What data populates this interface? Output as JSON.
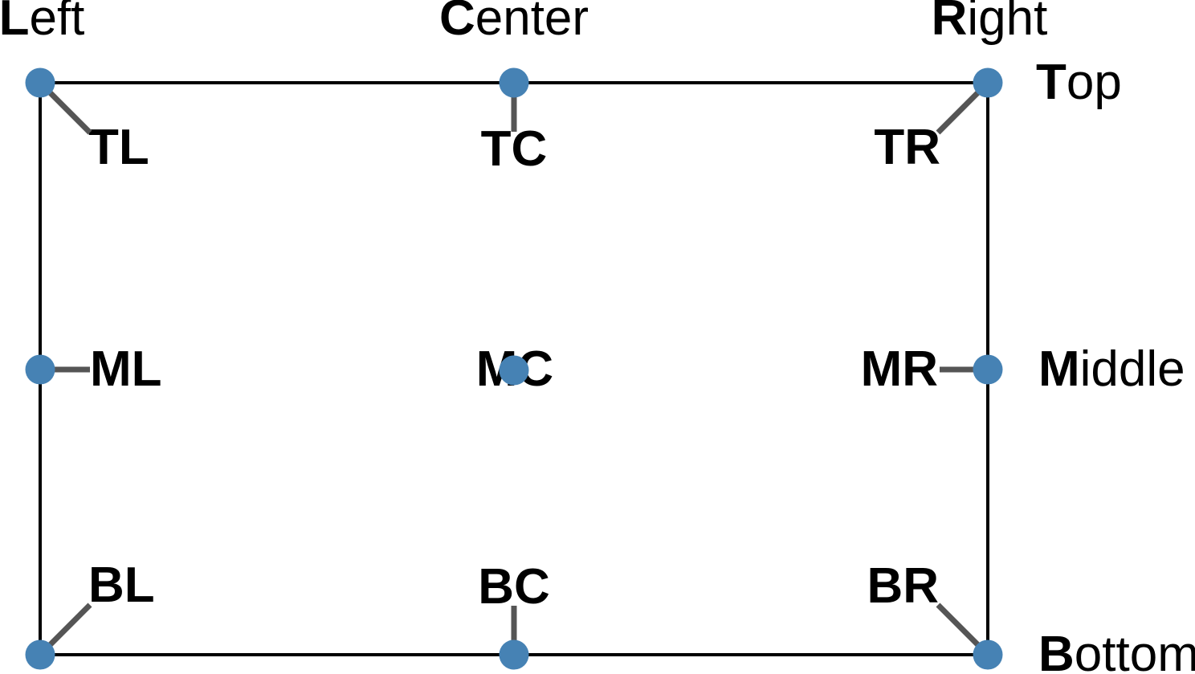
{
  "colors": {
    "dot": "#4682B4",
    "connector": "#555555",
    "border": "#000000"
  },
  "column_headers": [
    {
      "bold": "L",
      "rest": "eft"
    },
    {
      "bold": "C",
      "rest": "enter"
    },
    {
      "bold": "R",
      "rest": "ight"
    }
  ],
  "row_headers": [
    {
      "bold": "T",
      "rest": "op"
    },
    {
      "bold": "M",
      "rest": "iddle"
    },
    {
      "bold": "B",
      "rest": "ottom"
    }
  ],
  "anchors": [
    {
      "label": "TL",
      "column": "left",
      "row": "top"
    },
    {
      "label": "TC",
      "column": "center",
      "row": "top"
    },
    {
      "label": "TR",
      "column": "right",
      "row": "top"
    },
    {
      "label": "ML",
      "column": "left",
      "row": "middle"
    },
    {
      "label": "MC",
      "column": "center",
      "row": "middle"
    },
    {
      "label": "MR",
      "column": "right",
      "row": "middle"
    },
    {
      "label": "BL",
      "column": "left",
      "row": "bottom"
    },
    {
      "label": "BC",
      "column": "center",
      "row": "bottom"
    },
    {
      "label": "BR",
      "column": "right",
      "row": "bottom"
    }
  ]
}
